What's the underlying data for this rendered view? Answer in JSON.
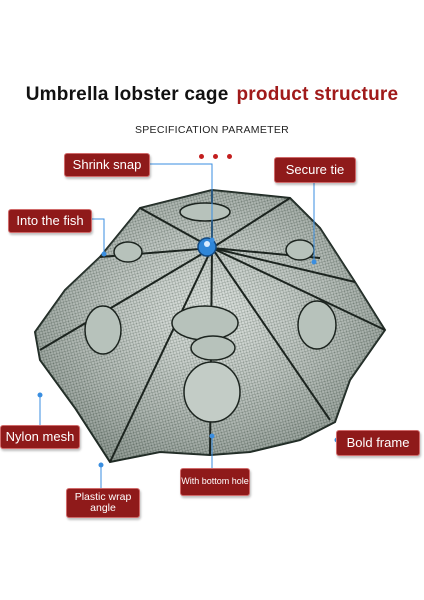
{
  "header": {
    "title_part1": "Umbrella lobster cage",
    "title_part2": "product structure",
    "subtitle": "SPECIFICATION PARAMETER"
  },
  "labels": {
    "shrink_snap": "Shrink snap",
    "secure_tie": "Secure tie",
    "into_the_fish": "Into the fish",
    "nylon_mesh": "Nylon mesh",
    "bold_frame": "Bold frame",
    "bottom_hole": "With bottom hole",
    "plastic_wrap_angle": "Plastic wrap angle"
  },
  "colors": {
    "label_bg": "#8f1a1a",
    "title_accent": "#a01a1a",
    "leader_line": "#3a8ee0",
    "net_dark": "#1f2a24",
    "snap_blue": "#2f86d8"
  }
}
